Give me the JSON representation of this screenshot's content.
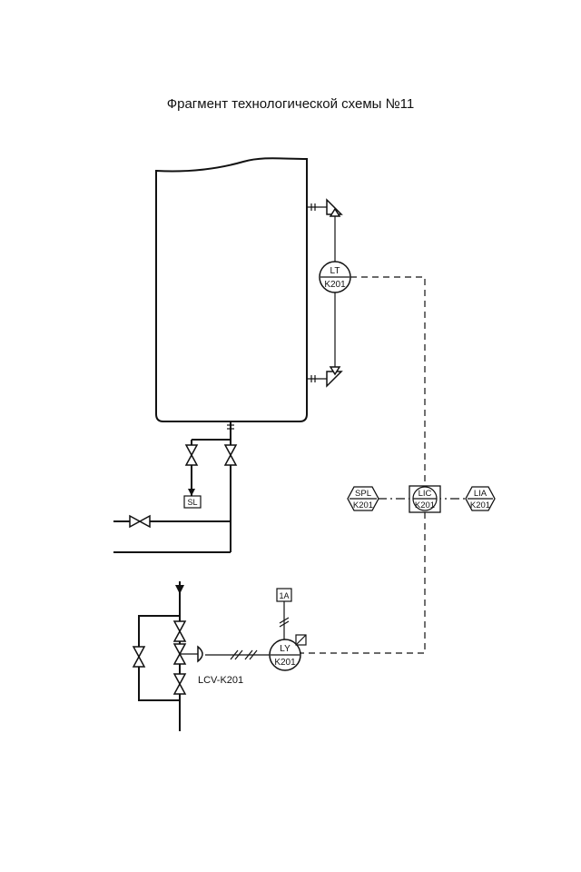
{
  "title": "Фрагмент технологической схемы №11",
  "instruments": {
    "lt": {
      "line1": "LT",
      "line2": "K201"
    },
    "spl": {
      "line1": "SPL",
      "line2": "K201"
    },
    "lic": {
      "line1": "LIC",
      "line2": "K201"
    },
    "lia": {
      "line1": "LIA",
      "line2": "K201"
    },
    "ly": {
      "line1": "LY",
      "line2": "K201"
    }
  },
  "boxes": {
    "sl": "SL",
    "air": "1A"
  },
  "control_valve_tag": "LCV-K201"
}
